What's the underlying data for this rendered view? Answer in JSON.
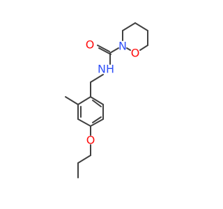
{
  "structure": {
    "atoms": {
      "o_carbonyl": {
        "label": "O",
        "color": "#ff0d0d"
      },
      "n_ring": {
        "label": "N",
        "color": "#3050f8"
      },
      "o_ring": {
        "label": "O",
        "color": "#ff0d0d"
      },
      "nh_amide": {
        "label": "NH",
        "color": "#3050f8"
      },
      "o_ether": {
        "label": "O",
        "color": "#ff0d0d"
      }
    },
    "bond_color": "#404040"
  }
}
